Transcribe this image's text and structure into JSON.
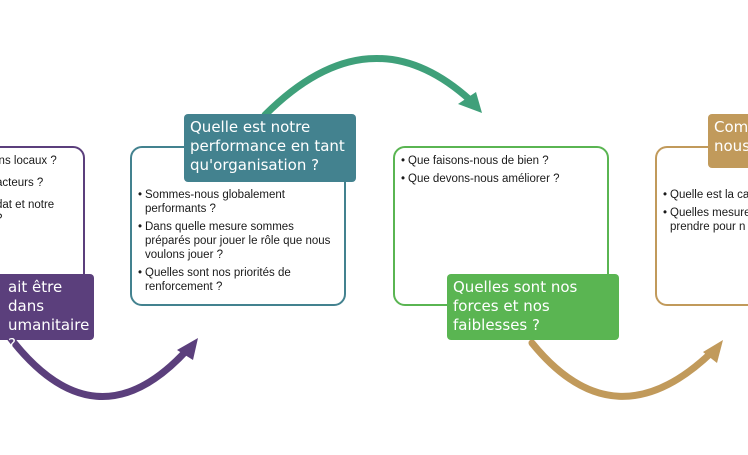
{
  "colors": {
    "purple": "#5b3f7c",
    "teal": "#43828f",
    "green_arrow": "#3fa07a",
    "green": "#5ab552",
    "tan": "#c19a5b"
  },
  "block1": {
    "questions": [
      "ins locaux ?",
      "acteurs ?",
      "dat et notre",
      "?"
    ],
    "title_lines": [
      "ait être",
      "dans",
      "umanitaire ?"
    ]
  },
  "block2": {
    "title_lines": [
      "Quelle est notre",
      "performance en tant",
      "qu'organisation ?"
    ],
    "questions": [
      "Sommes-nous globalement performants ?",
      "Dans quelle mesure sommes préparés pour jouer le rôle que nous voulons jouer ?",
      "Quelles sont nos priorités de renforcement ?"
    ]
  },
  "block3": {
    "questions": [
      "Que faisons-nous de bien ?",
      "Que devons-nous améliorer ?"
    ],
    "title_lines": [
      "Quelles sont nos",
      "forces et nos",
      "faiblesses ?"
    ]
  },
  "block4": {
    "title_lines": [
      "Com",
      "nous"
    ],
    "questions": [
      "Quelle est la ca",
      "Quelles mesure prendre pour n"
    ]
  }
}
